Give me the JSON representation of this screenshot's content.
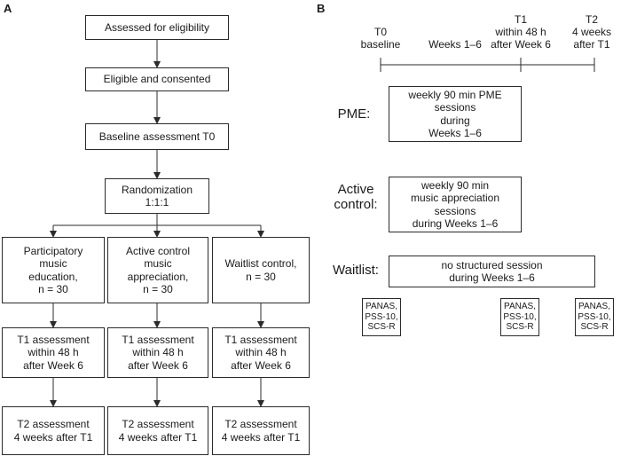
{
  "panel_a": {
    "letter": "A",
    "assessed": "Assessed for eligibility",
    "eligible": "Eligible and consented",
    "baseline": "Baseline assessment T0",
    "randomization": "Randomization\n1:1:1",
    "arms": [
      {
        "group": "Participatory\nmusic\neducation,\nn = 30",
        "t1": "T1 assessment\nwithin 48 h\nafter Week 6",
        "t2": "T2 assessment\n4 weeks after T1"
      },
      {
        "group": "Active control\nmusic\nappreciation,\nn = 30",
        "t1": "T1 assessment\nwithin 48 h\nafter Week 6",
        "t2": "T2 assessment\n4 weeks after T1"
      },
      {
        "group": "Waitlist control,\nn = 30",
        "t1": "T1 assessment\nwithin 48 h\nafter Week 6",
        "t2": "T2 assessment\n4 weeks after T1"
      }
    ]
  },
  "panel_b": {
    "letter": "B",
    "timeline": {
      "t0": "T0\nbaseline",
      "weeks": "Weeks 1–6",
      "t1": "T1\nwithin 48 h\nafter Week 6",
      "t2": "T2\n4 weeks\nafter T1"
    },
    "rows": [
      {
        "label": "PME:",
        "box": "weekly 90 min PME\nsessions\nduring\nWeeks 1–6"
      },
      {
        "label": "Active\ncontrol:",
        "box": "weekly 90 min\nmusic appreciation\nsessions\nduring Weeks 1–6"
      },
      {
        "label": "Waitlist:",
        "box": "no structured session\nduring Weeks 1–6"
      }
    ],
    "measures": [
      "PANAS,\nPSS-10,\nSCS-R",
      "PANAS,\nPSS-10,\nSCS-R",
      "PANAS,\nPSS-10,\nSCS-R"
    ]
  }
}
